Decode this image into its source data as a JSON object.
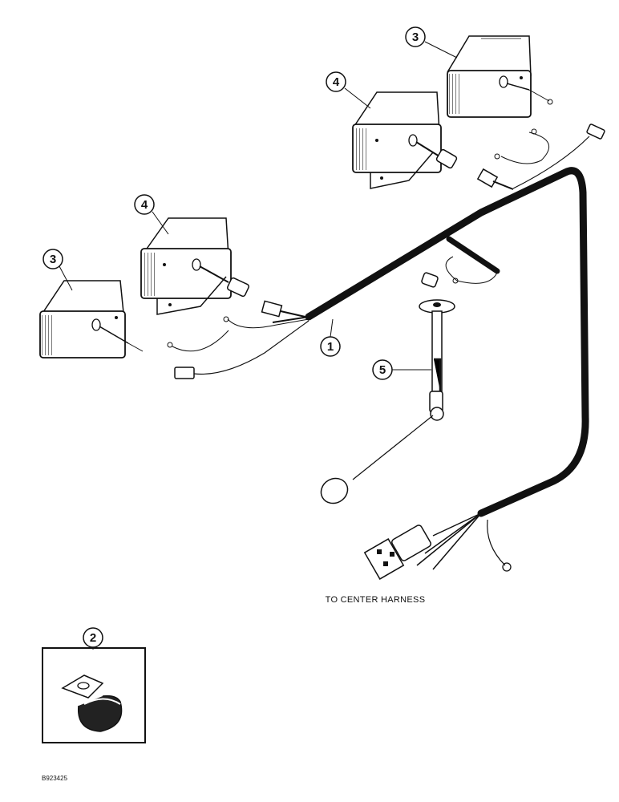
{
  "diagram": {
    "caption": "TO CENTER HARNESS",
    "figure_id": "B923425",
    "callouts": {
      "harness": "1",
      "clamp": "2",
      "lamp_right_rear": "3",
      "lamp_right_front": "4",
      "lamp_left_front": "4",
      "lamp_left_rear": "3",
      "sender": "5"
    }
  }
}
